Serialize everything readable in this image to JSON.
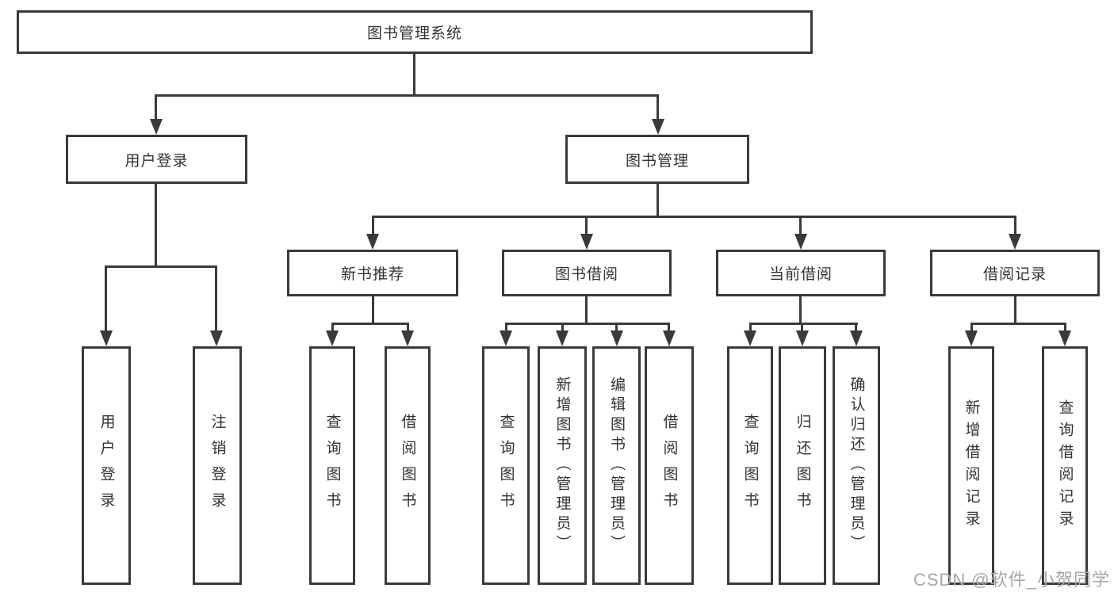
{
  "diagram": {
    "root": "图书管理系统",
    "level2": {
      "user_login": "用户登录",
      "book_mgmt": "图书管理"
    },
    "level3": {
      "new_books": "新书推荐",
      "book_borrow": "图书借阅",
      "current_borrow": "当前借阅",
      "borrow_records": "借阅记录"
    },
    "leaves": {
      "user_login": [
        "用户登录",
        "注销登录"
      ],
      "new_books": [
        "查询图书",
        "借阅图书"
      ],
      "book_borrow": [
        "查询图书",
        "新增图书（管理员）",
        "编辑图书（管理员）",
        "借阅图书"
      ],
      "current_borrow": [
        "查询图书",
        "归还图书",
        "确认归还（管理员）"
      ],
      "borrow_records": [
        "新增借阅记录",
        "查询借阅记录"
      ]
    }
  },
  "watermark": "CSDN @软件_小贺同学",
  "colors": {
    "line": "#3a3a3a",
    "text": "#333333",
    "background": "#ffffff",
    "watermark": "#a6a6a6"
  }
}
